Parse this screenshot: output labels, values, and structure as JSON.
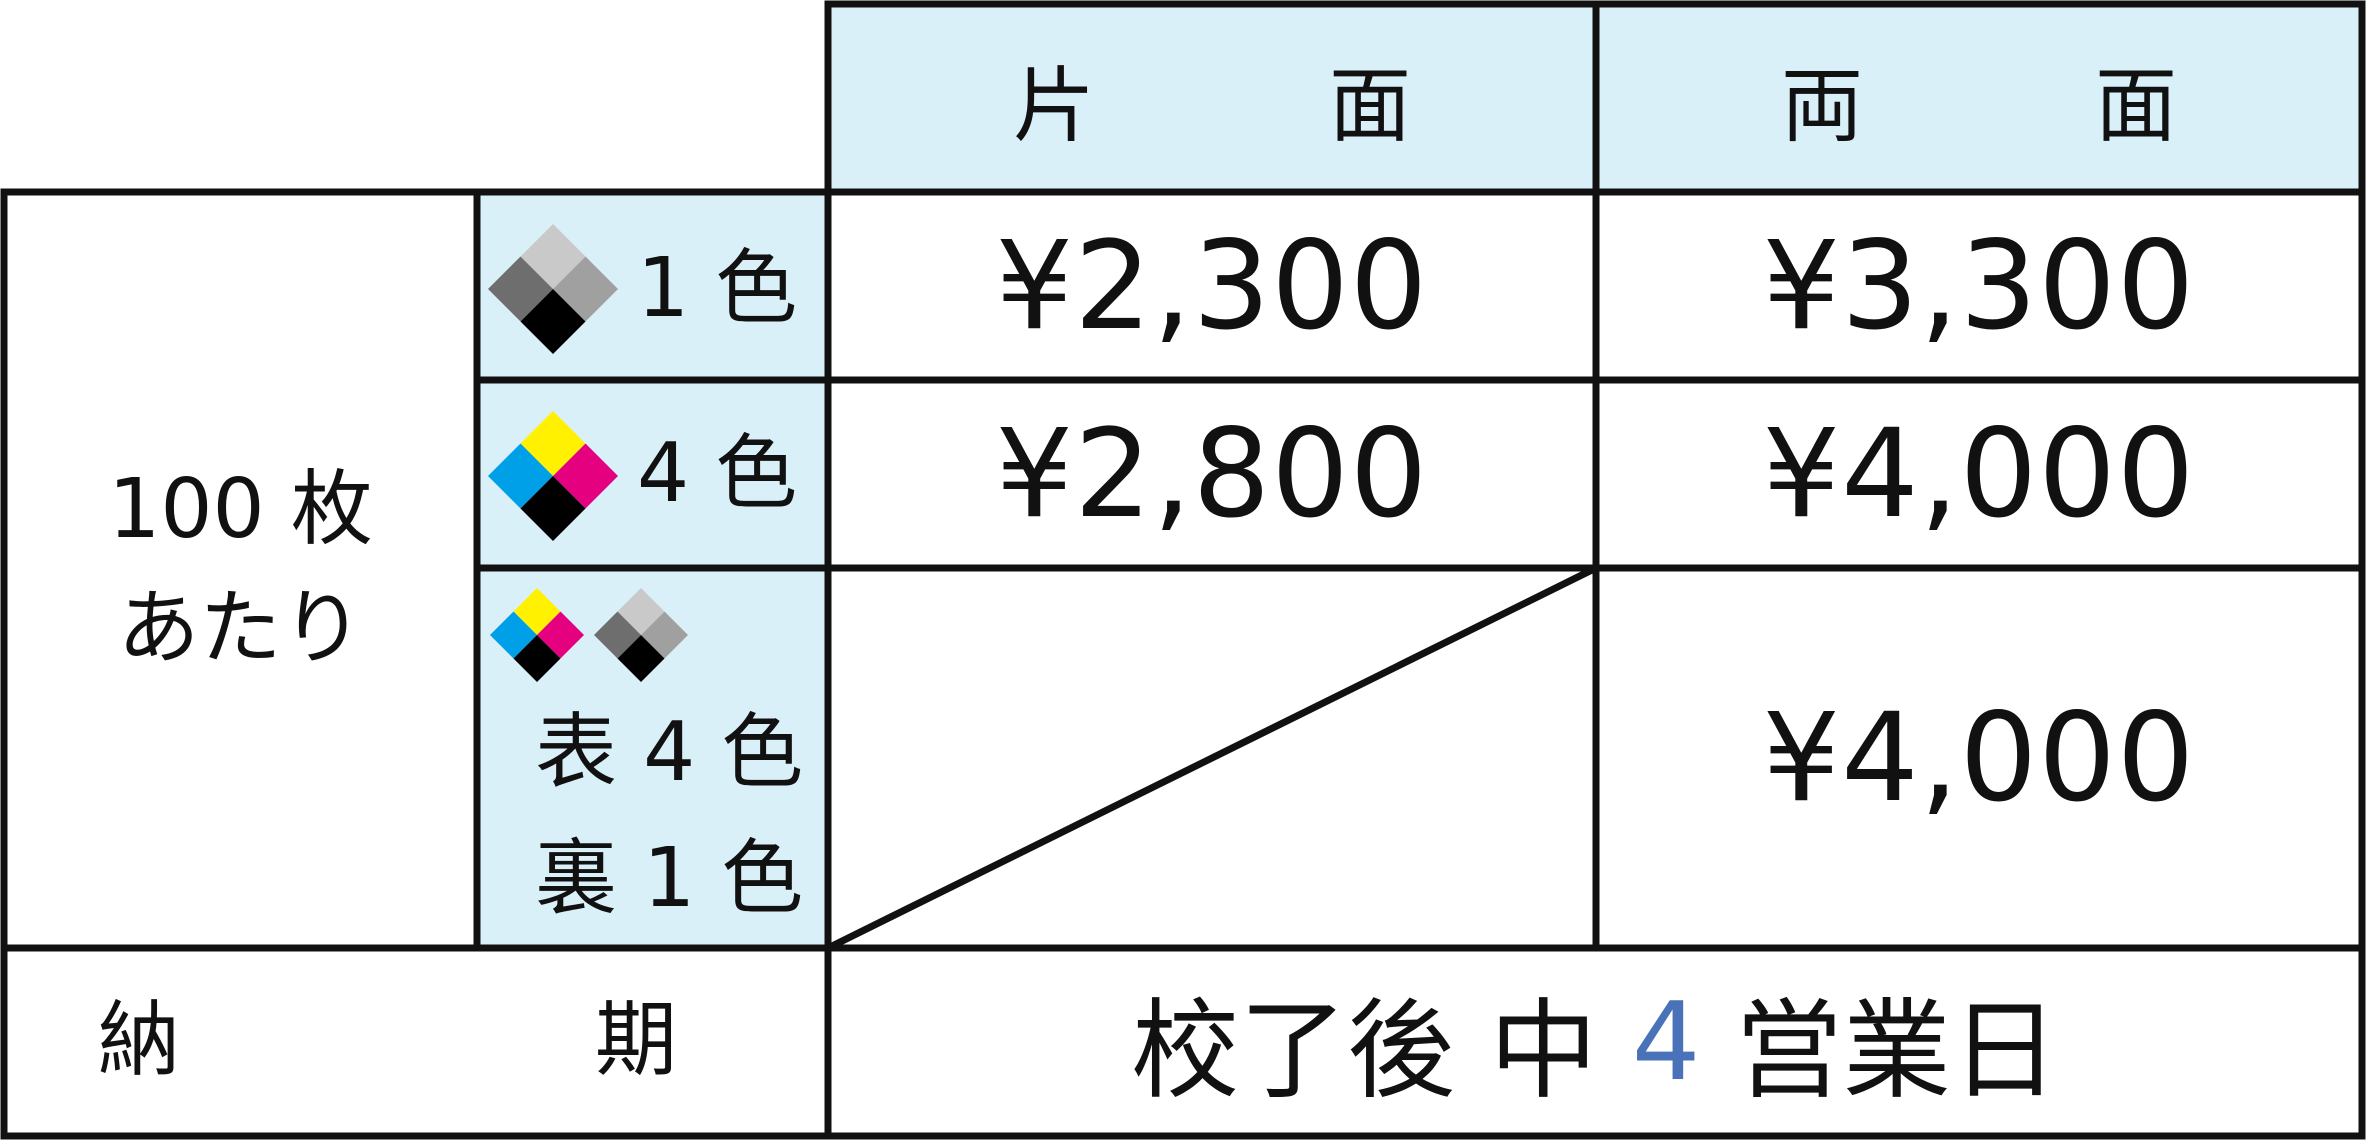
{
  "header": {
    "single_side": [
      "片",
      "面"
    ],
    "double_side": [
      "両",
      "面"
    ]
  },
  "row_group": {
    "quantity_label_line1": "100 枚",
    "quantity_label_line2": "あたり"
  },
  "rows": [
    {
      "color_label": "1 色",
      "single_price": "¥2,300",
      "double_price": "¥3,300",
      "icon": "grayscale-diamond-icon"
    },
    {
      "color_label": "4 色",
      "single_price": "¥2,800",
      "double_price": "¥4,000",
      "icon": "cmyk-diamond-icon"
    },
    {
      "color_label_front": "表 4 色",
      "color_label_back": "裏 1 色",
      "single_price": "",
      "double_price": "¥4,000",
      "icons": [
        "cmyk-diamond-icon",
        "grayscale-diamond-icon"
      ]
    }
  ],
  "delivery": {
    "label_left": "納",
    "label_right": "期",
    "value_prefix": "校了後 中 ",
    "value_number": "4",
    "value_suffix": " 営業日"
  },
  "colors": {
    "header_bg": "#daf0f9",
    "border": "#111111",
    "accent_number": "#4a72b8",
    "cyan": "#00a0e9",
    "magenta": "#e4007f",
    "yellow": "#fff100",
    "black": "#000000",
    "gray_light": "#c9c9c9",
    "gray_mid": "#a0a0a0",
    "gray_dark": "#6e6e6e"
  }
}
